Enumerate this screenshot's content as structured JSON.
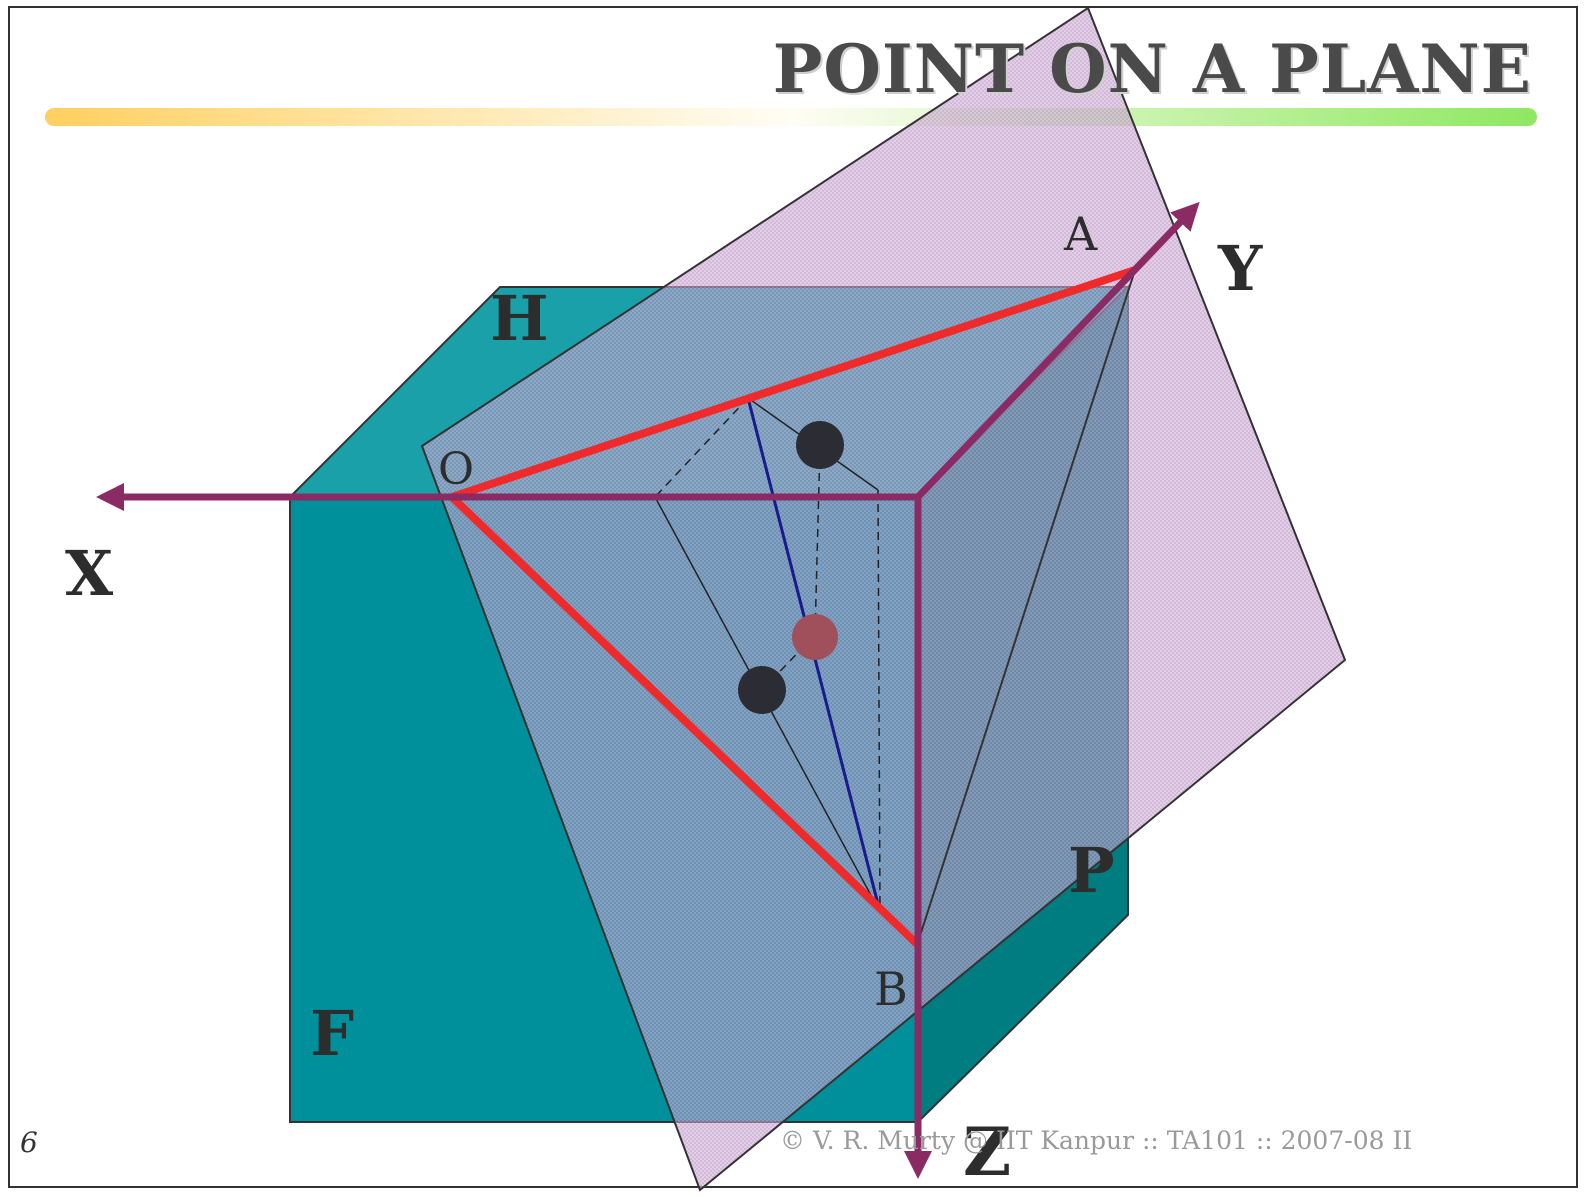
{
  "title": "POINT ON A PLANE",
  "footer": "© V. R. Murty @ IIT Kanpur :: TA101 :: 2007-08 II",
  "page_number": "6",
  "labels": {
    "axis_x": "X",
    "axis_y": "Y",
    "axis_z": "Z",
    "origin": "O",
    "point_a": "A",
    "point_b": "B",
    "plane_h": "H",
    "plane_f": "F",
    "plane_p": "P"
  },
  "colors": {
    "teal_front": "#00909c",
    "teal_top": "#1aa0a8",
    "teal_side": "#007d80",
    "plane_p": "#c8a0cc",
    "trace_red": "#ee2a2a",
    "axis_purple": "#8a2b64",
    "line_blue": "#1a1a8c",
    "point_dark": "#2c2c34",
    "point_red": "#a0505a"
  }
}
